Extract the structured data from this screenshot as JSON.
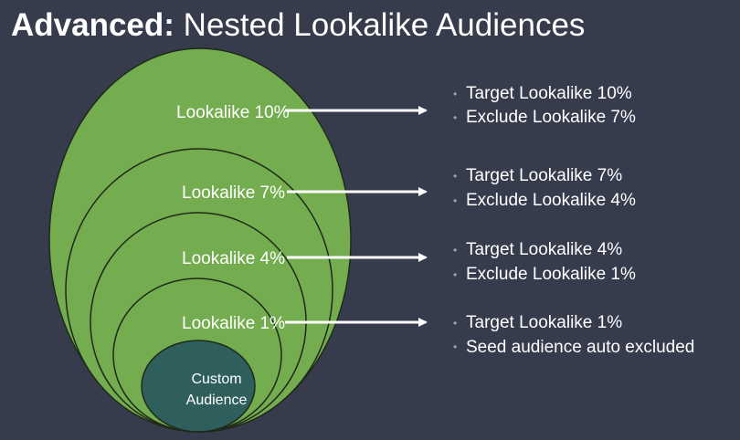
{
  "title": {
    "bold": "Advanced:",
    "light": "Nested Lookalike Audiences"
  },
  "colors": {
    "background": "#373c4c",
    "ring_fill": "#74ad4f",
    "ring_stroke": "#1f2a1a",
    "seed_fill": "#2f5f5c",
    "text": "#ffffff",
    "bullet": "#8fa9b8"
  },
  "seed": {
    "line1": "Custom",
    "line2": "Audience"
  },
  "rings": [
    {
      "label": "Lookalike 10%",
      "bullets": [
        "Target Lookalike 10%",
        "Exclude Lookalike 7%"
      ]
    },
    {
      "label": "Lookalike 7%",
      "bullets": [
        "Target Lookalike 7%",
        "Exclude Lookalike 4%"
      ]
    },
    {
      "label": "Lookalike 4%",
      "bullets": [
        "Target Lookalike 4%",
        "Exclude Lookalike 1%"
      ]
    },
    {
      "label": "Lookalike 1%",
      "bullets": [
        "Target Lookalike 1%",
        "Seed audience auto excluded"
      ]
    }
  ],
  "bullet_glyph": "•"
}
